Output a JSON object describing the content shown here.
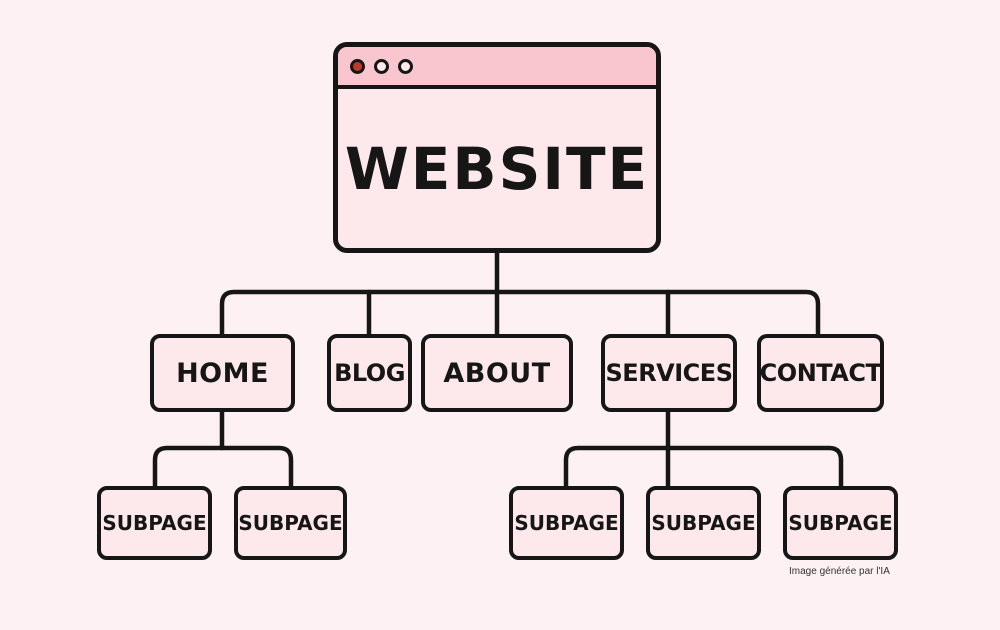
{
  "root": {
    "title": "WEBSITE",
    "window_dots": [
      "red-dot",
      "white-dot",
      "white-dot"
    ]
  },
  "nav_pages": [
    {
      "label": "HOME"
    },
    {
      "label": "BLOG"
    },
    {
      "label": "ABOUT"
    },
    {
      "label": "SERVICES"
    },
    {
      "label": "CONTACT"
    }
  ],
  "home_subpages": [
    {
      "label": "SUBPAGE"
    },
    {
      "label": "SUBPAGE"
    }
  ],
  "services_subpages": [
    {
      "label": "SUBPAGE"
    },
    {
      "label": "SUBPAGE"
    },
    {
      "label": "SUBPAGE"
    }
  ],
  "caption": "Image générée par l'IA",
  "colors": {
    "background": "#fdf1f3",
    "box_fill": "#fde8ec",
    "titlebar_fill": "#f9c6d0",
    "stroke": "#161616",
    "dot_red": "#c0392b"
  }
}
